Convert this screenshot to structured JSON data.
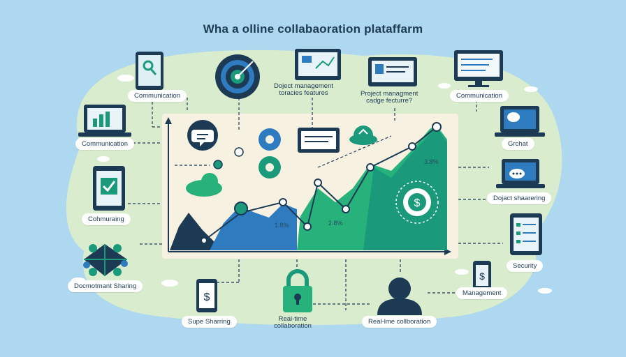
{
  "title": "Wha a olline collabaoration  plataffarm",
  "labels": {
    "communication_left": "Communication",
    "project_top_1": "Doject management",
    "project_top_2": "toracies features",
    "project_mid_1": "Project managment",
    "project_mid_2": "cadge fecturre?",
    "communication_right": "Communication",
    "communication_left_laptop": "Communication",
    "grchat": "Grchat",
    "doject_sharering": "Dojact shaarering",
    "cohmureing": "Cohmuraing",
    "security": "Security",
    "document_sharing": "Docmotmant Sharing",
    "management": "Management",
    "supe_sharing": "Supe Sharring",
    "realtime_1": "Real-time",
    "realtime_2": "collaboration",
    "realtime_collab": "Real-lme collboration"
  },
  "chart": {
    "value_label_1": "1.8%",
    "value_label_2": "2.8%",
    "value_label_3": "3.8%"
  },
  "colors": {
    "background": "#aed8ef",
    "navy": "#1d3a55",
    "teal": "#1a9a7a",
    "green": "#26b27a",
    "blue": "#2f7bbf",
    "blob": "#d9eccd"
  }
}
